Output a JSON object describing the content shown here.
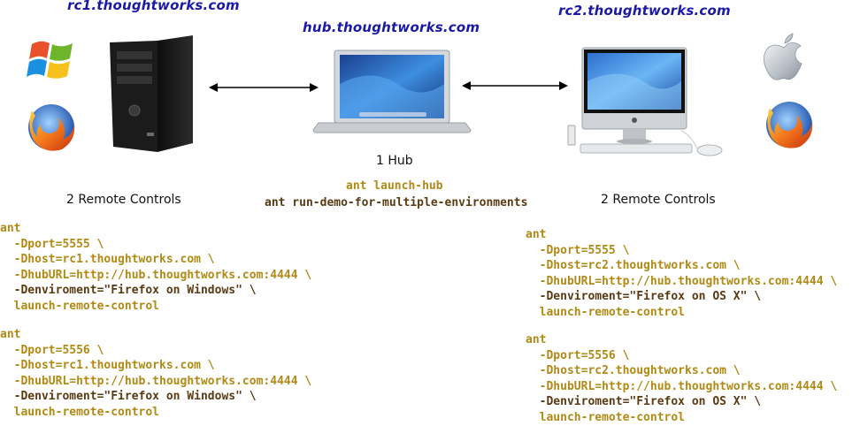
{
  "hosts": {
    "rc1": "rc1.thoughtworks.com",
    "hub": "hub.thoughtworks.com",
    "rc2": "rc2.thoughtworks.com"
  },
  "captions": {
    "hub_count": "1 Hub",
    "left_rc_count": "2 Remote Controls",
    "right_rc_count": "2 Remote Controls"
  },
  "hub_commands": {
    "launch": "ant launch-hub",
    "demo": "ant run-demo-for-multiple-environments"
  },
  "left_blocks": [
    {
      "ant": "ant",
      "port": "  -Dport=5555 \\",
      "host": "  -Dhost=rc1.thoughtworks.com \\",
      "hub_url": "  -DhubURL=http://hub.thoughtworks.com:4444 \\",
      "env": "  -Denviroment=\"Firefox on Windows\" \\",
      "launch": "  launch-remote-control"
    },
    {
      "ant": "ant",
      "port": "  -Dport=5556 \\",
      "host": "  -Dhost=rc1.thoughtworks.com \\",
      "hub_url": "  -DhubURL=http://hub.thoughtworks.com:4444 \\",
      "env": "  -Denviroment=\"Firefox on Windows\" \\",
      "launch": "  launch-remote-control"
    }
  ],
  "right_blocks": [
    {
      "ant": "ant",
      "port": "  -Dport=5555 \\",
      "host": "  -Dhost=rc2.thoughtworks.com \\",
      "hub_url": "  -DhubURL=http://hub.thoughtworks.com:4444 \\",
      "env": "  -Denviroment=\"Firefox on OS X\" \\",
      "launch": "  launch-remote-control"
    },
    {
      "ant": "ant",
      "port": "  -Dport=5556 \\",
      "host": "  -Dhost=rc2.thoughtworks.com \\",
      "hub_url": "  -DhubURL=http://hub.thoughtworks.com:4444 \\",
      "env": "  -Denviroment=\"Firefox on OS X\" \\",
      "launch": "  launch-remote-control"
    }
  ],
  "icons": {
    "windows": "windows-logo-icon",
    "firefox": "firefox-icon",
    "apple": "apple-logo-icon",
    "tower": "tower-server-icon",
    "laptop": "laptop-icon",
    "imac": "imac-icon"
  },
  "colors": {
    "host_label": "#1a1aa6",
    "code_gold": "#b08a14",
    "code_brown": "#5a3a12"
  }
}
